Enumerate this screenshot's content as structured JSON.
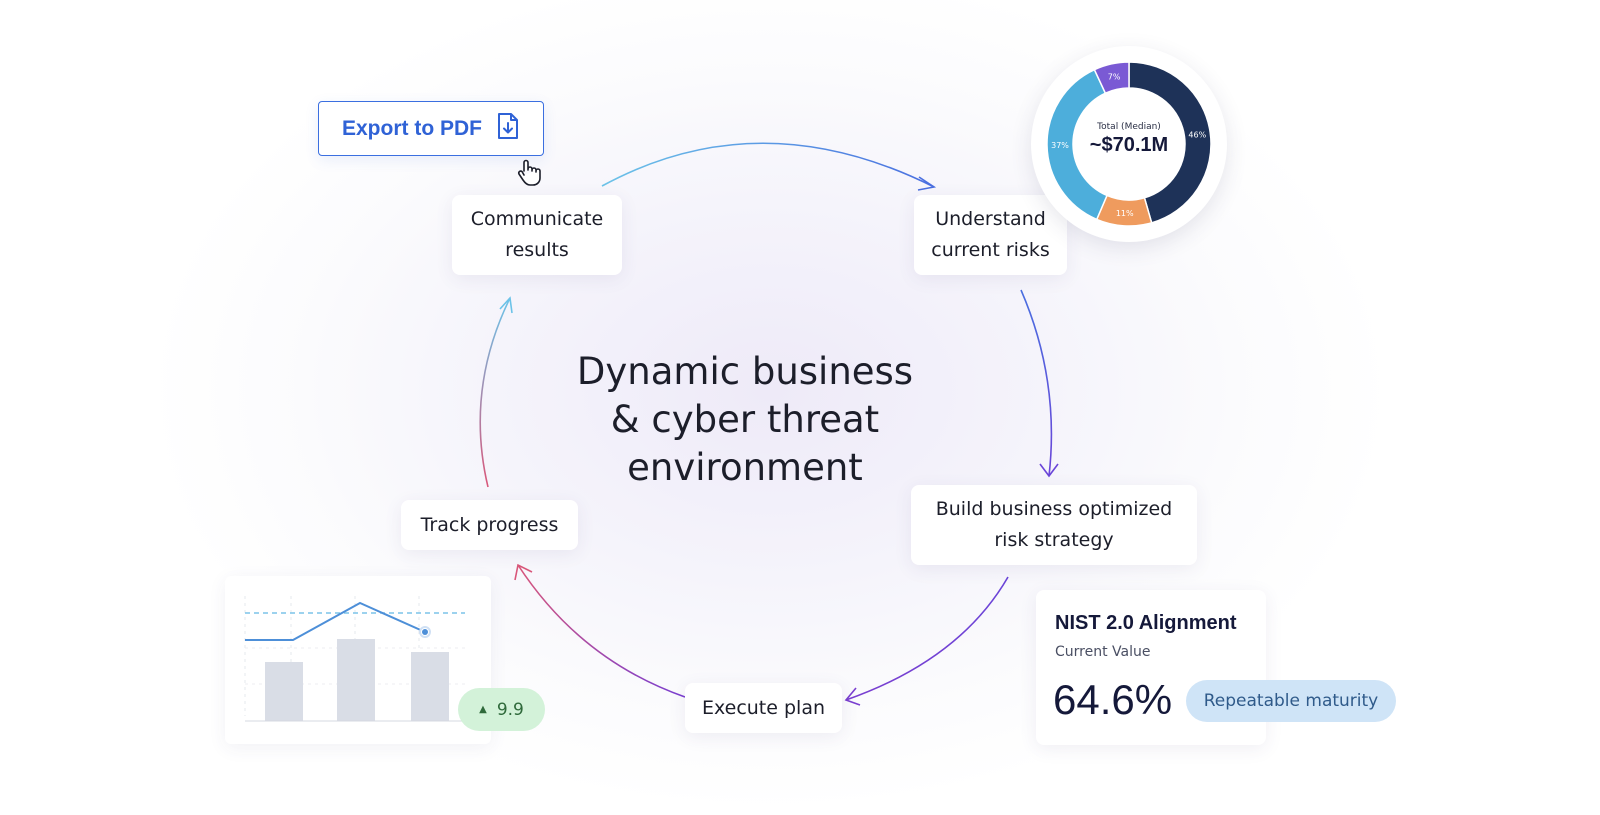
{
  "center": {
    "line1": "Dynamic business",
    "line2": "& cyber threat",
    "line3": "environment"
  },
  "steps": {
    "communicate": {
      "line1": "Communicate",
      "line2": "results"
    },
    "understand": {
      "line1": "Understand",
      "line2": "current risks"
    },
    "build": {
      "line1": "Build business optimized",
      "line2": "risk strategy"
    },
    "execute": {
      "line1": "Execute plan"
    },
    "track": {
      "line1": "Track progress"
    }
  },
  "export": {
    "label": "Export to PDF",
    "icon": "file-download-icon"
  },
  "donut": {
    "center_label": "Total (Median)",
    "center_value": "~$70.1M",
    "segments": [
      {
        "label": "46%",
        "value": 46,
        "color": "#1e3258"
      },
      {
        "label": "11%",
        "value": 11,
        "color": "#ef9b5e"
      },
      {
        "label": "37%",
        "value": 37,
        "color": "#4daedb"
      },
      {
        "label": "7%",
        "value": 7,
        "color": "#7a5ad4"
      }
    ]
  },
  "progress_chart": {
    "badge_value": "9.9",
    "badge_icon": "triangle-up-icon"
  },
  "nist": {
    "title": "NIST 2.0 Alignment",
    "subtitle": "Current Value",
    "value": "64.6%",
    "pill": "Repeatable maturity"
  },
  "colors": {
    "accent_blue": "#2f62d6",
    "arrow_gradient": [
      "#6cc3e8",
      "#4a6fe0",
      "#6a45d8",
      "#d9577a"
    ],
    "badge_green": "#d3f2d9",
    "pill_blue": "#cfe4f7"
  }
}
